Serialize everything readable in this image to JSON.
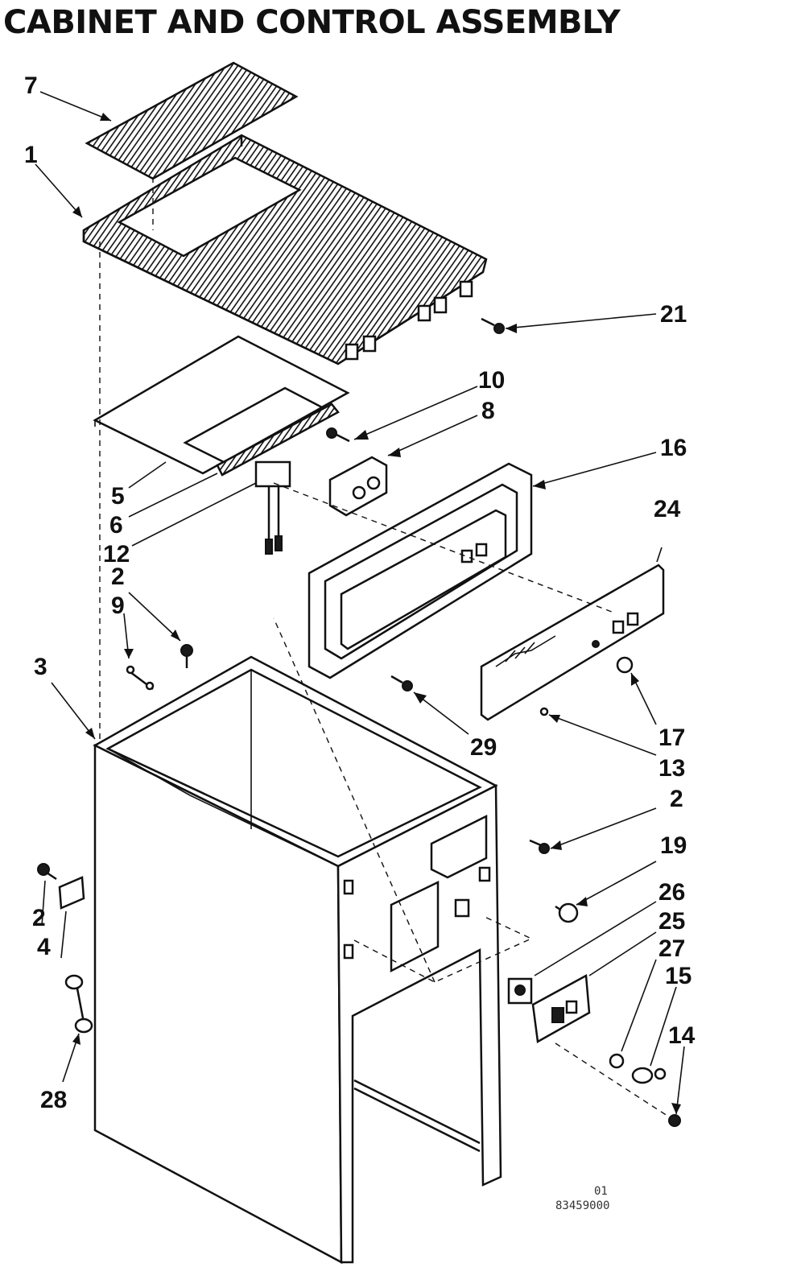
{
  "title": "CABINET AND CONTROL ASSEMBLY",
  "stamp": {
    "line1": "01",
    "line2": "83459000"
  },
  "callouts": [
    "7",
    "1",
    "21",
    "10",
    "8",
    "16",
    "24",
    "5",
    "6",
    "12",
    "2",
    "9",
    "3",
    "29",
    "17",
    "13",
    "2",
    "19",
    "26",
    "25",
    "27",
    "15",
    "14",
    "2",
    "4",
    "28"
  ]
}
